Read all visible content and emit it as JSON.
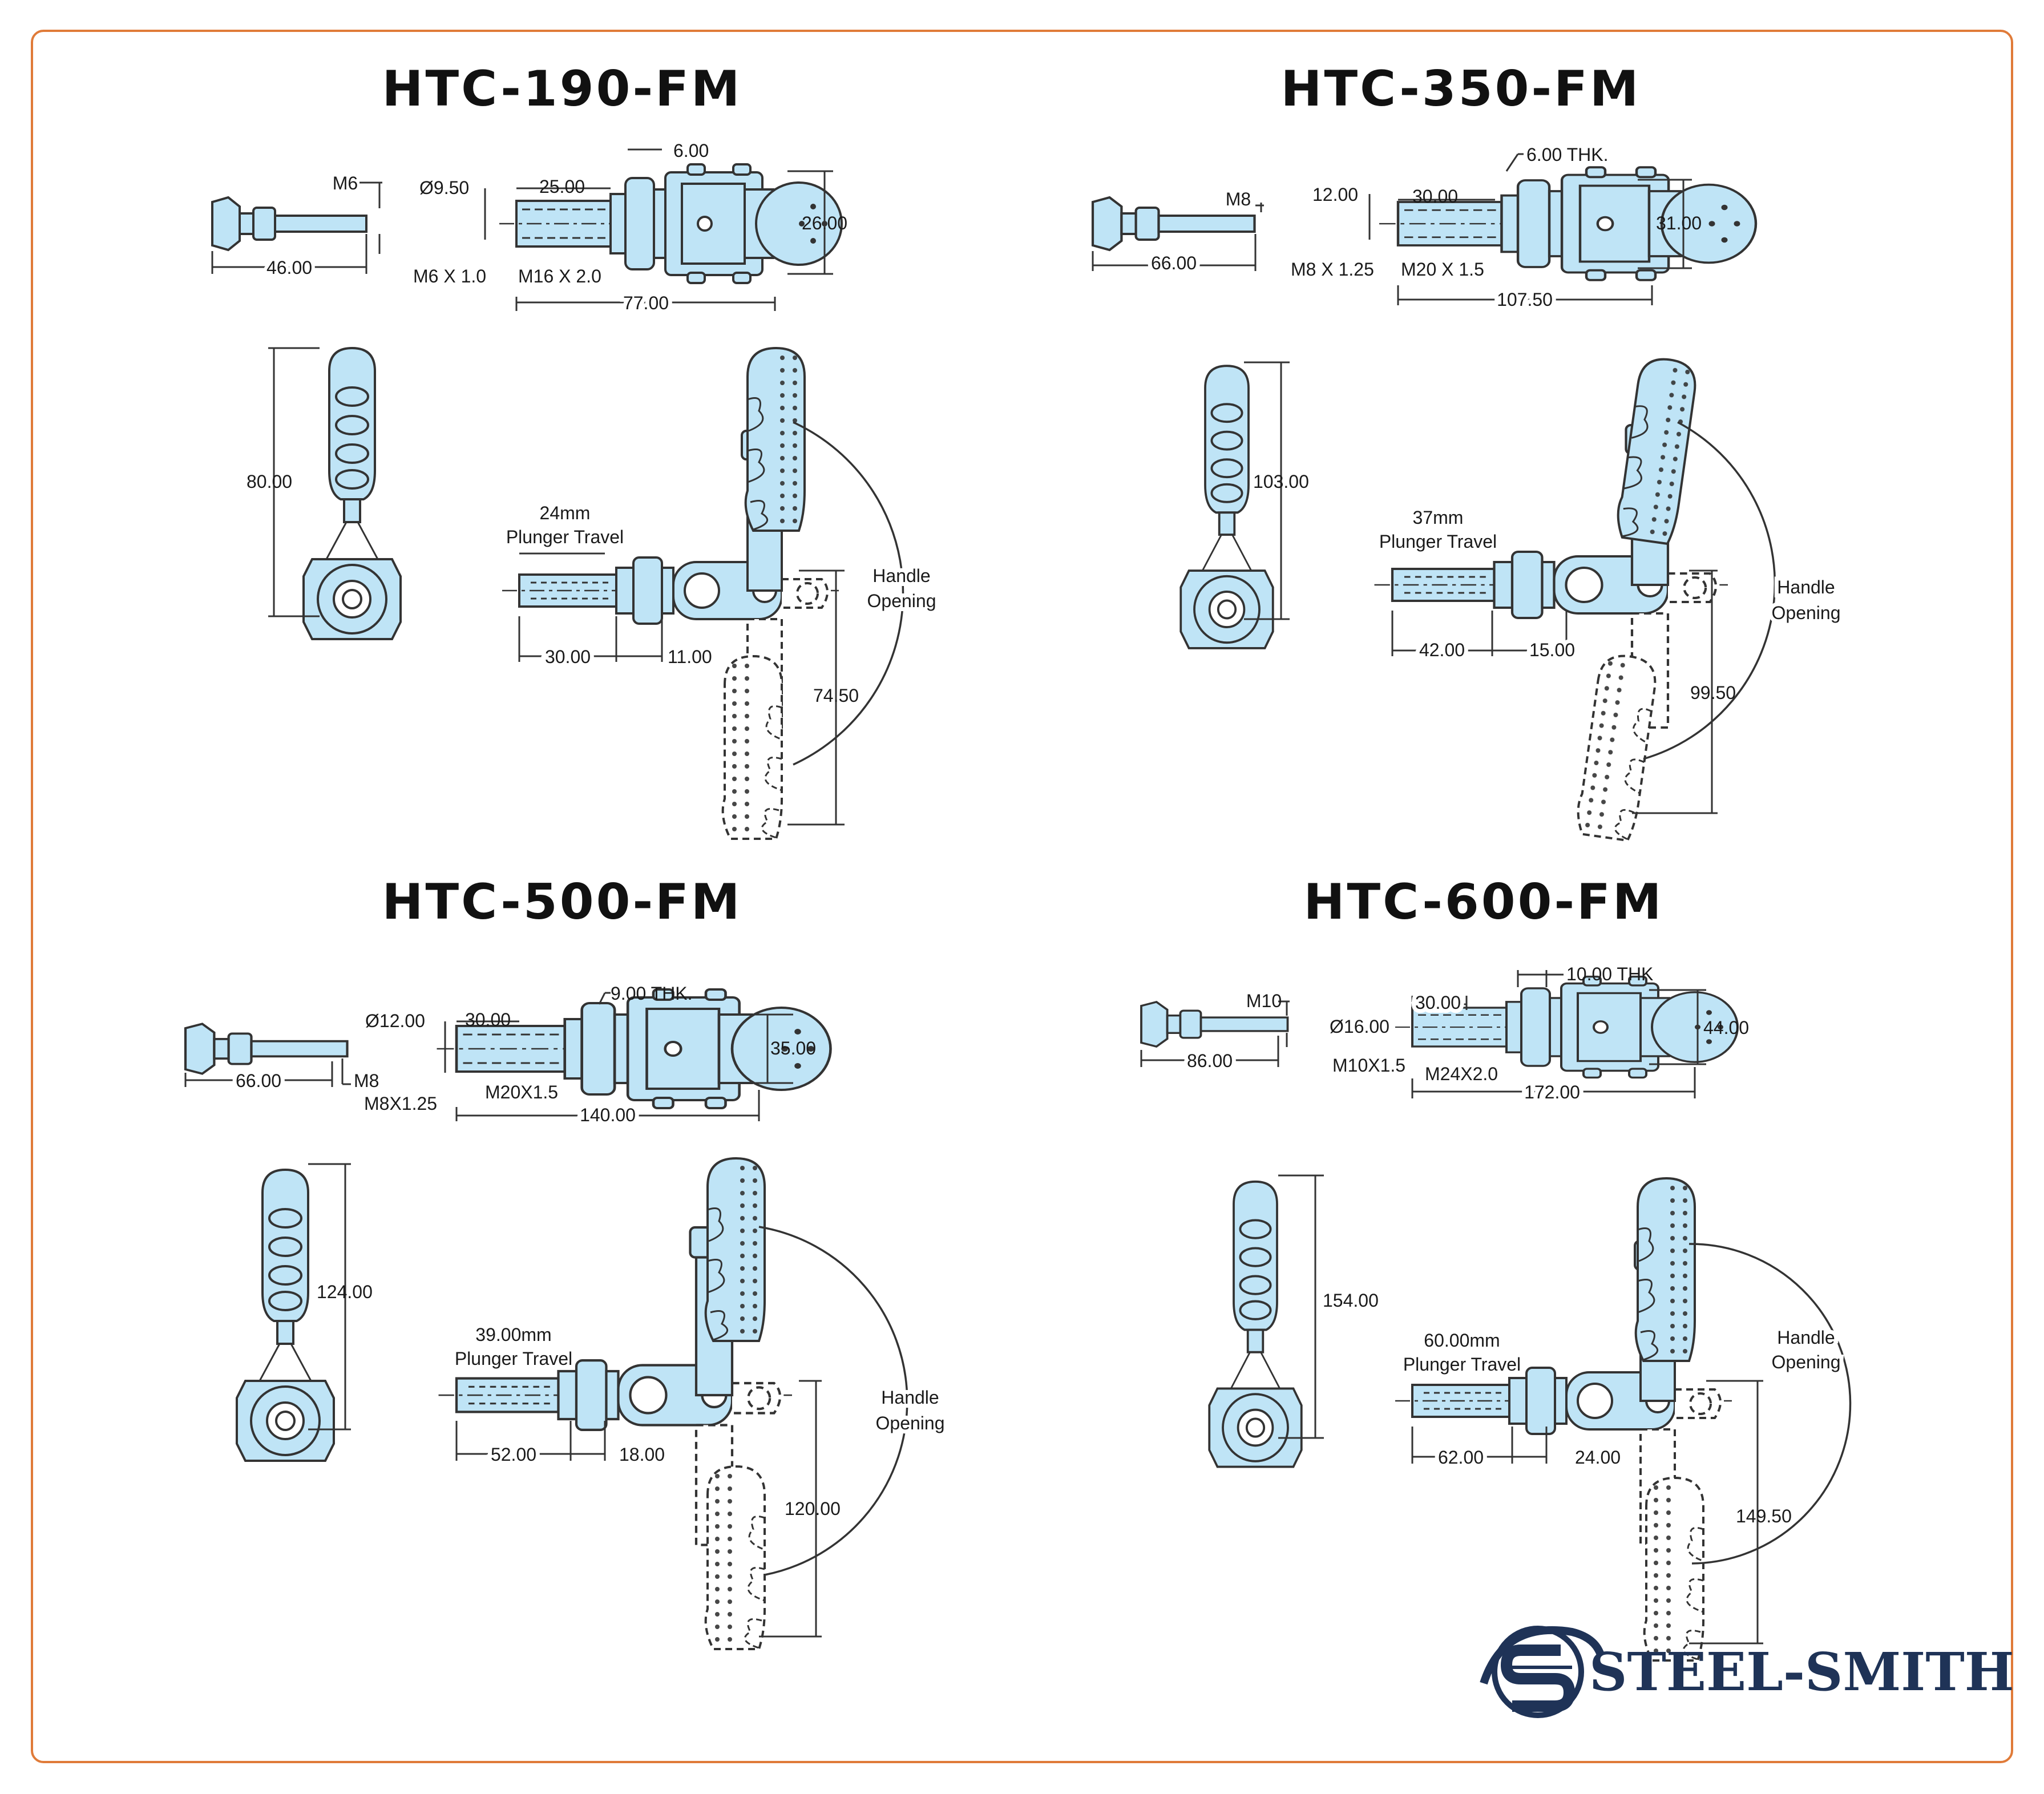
{
  "brand": {
    "name": "STEEL-SMITH",
    "accent": "#e07b39",
    "part_fill": "#bfe4f6",
    "logo_color": "#1f3357"
  },
  "models": [
    {
      "title": "HTC-190-FM",
      "plunger": {
        "thread": "M6",
        "length": "46.00"
      },
      "top": {
        "diameter": "Ø9.50",
        "thread_length": "25.00",
        "thickness": "6.00",
        "width": "26.00",
        "plunger_thread": "M6 X 1.0",
        "body_thread": "M16 X 2.0",
        "overall": "77.00"
      },
      "side": {
        "height": "80.00",
        "travel_line1": "24mm",
        "travel_line2": "Plunger Travel",
        "shaft": "30.00",
        "nut": "11.00",
        "handle_label1": "Handle",
        "handle_label2": "Opening",
        "drop": "74.50"
      }
    },
    {
      "title": "HTC-350-FM",
      "plunger": {
        "thread": "M8",
        "length": "66.00"
      },
      "top": {
        "diameter": "12.00",
        "thread_length": "30.00",
        "thickness": "6.00 THK.",
        "width": "31.00",
        "plunger_thread": "M8 X 1.25",
        "body_thread": "M20 X 1.5",
        "overall": "107.50"
      },
      "side": {
        "height": "103.00",
        "travel_line1": "37mm",
        "travel_line2": "Plunger Travel",
        "shaft": "42.00",
        "nut": "15.00",
        "handle_label1": "Handle",
        "handle_label2": "Opening",
        "drop": "99.50"
      }
    },
    {
      "title": "HTC-500-FM",
      "plunger": {
        "thread": "M8",
        "length": "66.00"
      },
      "top": {
        "diameter": "Ø12.00",
        "thread_length": "30.00",
        "thickness": "9.00 THK.",
        "width": "35.00",
        "plunger_thread": "M8X1.25",
        "body_thread": "M20X1.5",
        "overall": "140.00"
      },
      "side": {
        "height": "124.00",
        "travel_line1": "39.00mm",
        "travel_line2": "Plunger Travel",
        "shaft": "52.00",
        "nut": "18.00",
        "handle_label1": "Handle",
        "handle_label2": "Opening",
        "drop": "120.00"
      }
    },
    {
      "title": "HTC-600-FM",
      "plunger": {
        "thread": "M10",
        "length": "86.00"
      },
      "top": {
        "diameter": "Ø16.00",
        "thread_length": "30.00",
        "thickness": "10.00 THK",
        "width": "44.00",
        "plunger_thread": "M10X1.5",
        "body_thread": "M24X2.0",
        "overall": "172.00"
      },
      "side": {
        "height": "154.00",
        "travel_line1": "60.00mm",
        "travel_line2": "Plunger Travel",
        "shaft": "62.00",
        "nut": "24.00",
        "handle_label1": "Handle",
        "handle_label2": "Opening",
        "drop": "149.50"
      }
    }
  ]
}
